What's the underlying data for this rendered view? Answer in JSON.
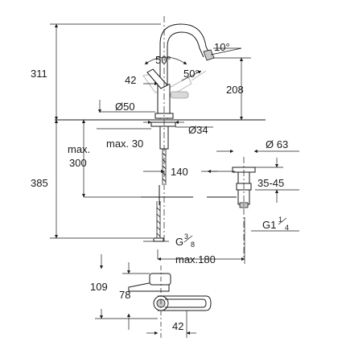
{
  "dimensions": {
    "h_311": "311",
    "deg_10": "10°",
    "deg_50a": "50°",
    "d_42_top": "42",
    "deg_50b": "50°",
    "h_208": "208",
    "dia_50": "Ø50",
    "dia_34": "Ø34",
    "max_30": "max. 30",
    "max_label": "max.",
    "val_300": "300",
    "h_385": "385",
    "w_140": "140",
    "dia_63": "Ø 63",
    "r_35_45": "35-45",
    "g1": "G1",
    "g1_num": "1",
    "g1_den": "4",
    "g3": "G",
    "g3_num": "3",
    "g3_den": "8",
    "max_180": "max.180",
    "h_109": "109",
    "h_78": "78",
    "w_42_bottom": "42"
  }
}
